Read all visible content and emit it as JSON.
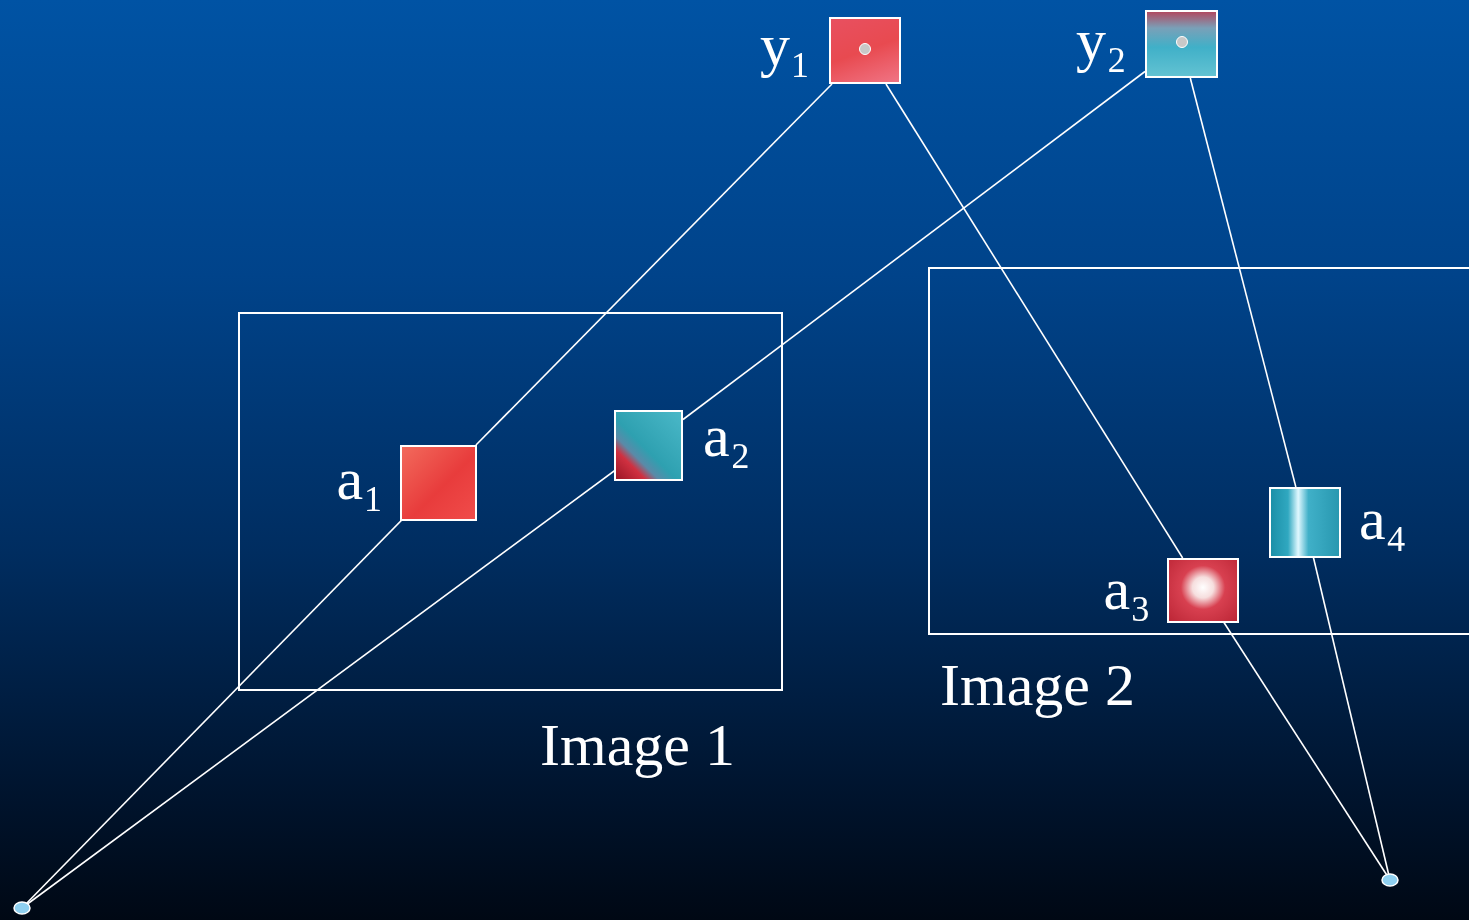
{
  "diagram": {
    "nodes": [
      {
        "text": [
          "y₁"
        ]
      },
      {
        "text": [
          "y₂"
        ]
      },
      {
        "text": [
          "Image 1"
        ]
      },
      {
        "text": [
          "a₁"
        ],
        "in": 2
      },
      {
        "text": [
          "a₂"
        ],
        "in": 2
      },
      {
        "text": [
          "Image 2"
        ]
      },
      {
        "text": [
          "a₃"
        ],
        "in": 5
      },
      {
        "text": [
          "a₄"
        ],
        "in": 5
      }
    ],
    "edges": [
      {
        "from": 3,
        "to": 0,
        "arrow": "none"
      },
      {
        "from": 4,
        "to": 1,
        "arrow": "none"
      },
      {
        "from": 6,
        "to": 0,
        "arrow": "none"
      },
      {
        "from": 7,
        "to": 1,
        "arrow": "none"
      }
    ]
  }
}
